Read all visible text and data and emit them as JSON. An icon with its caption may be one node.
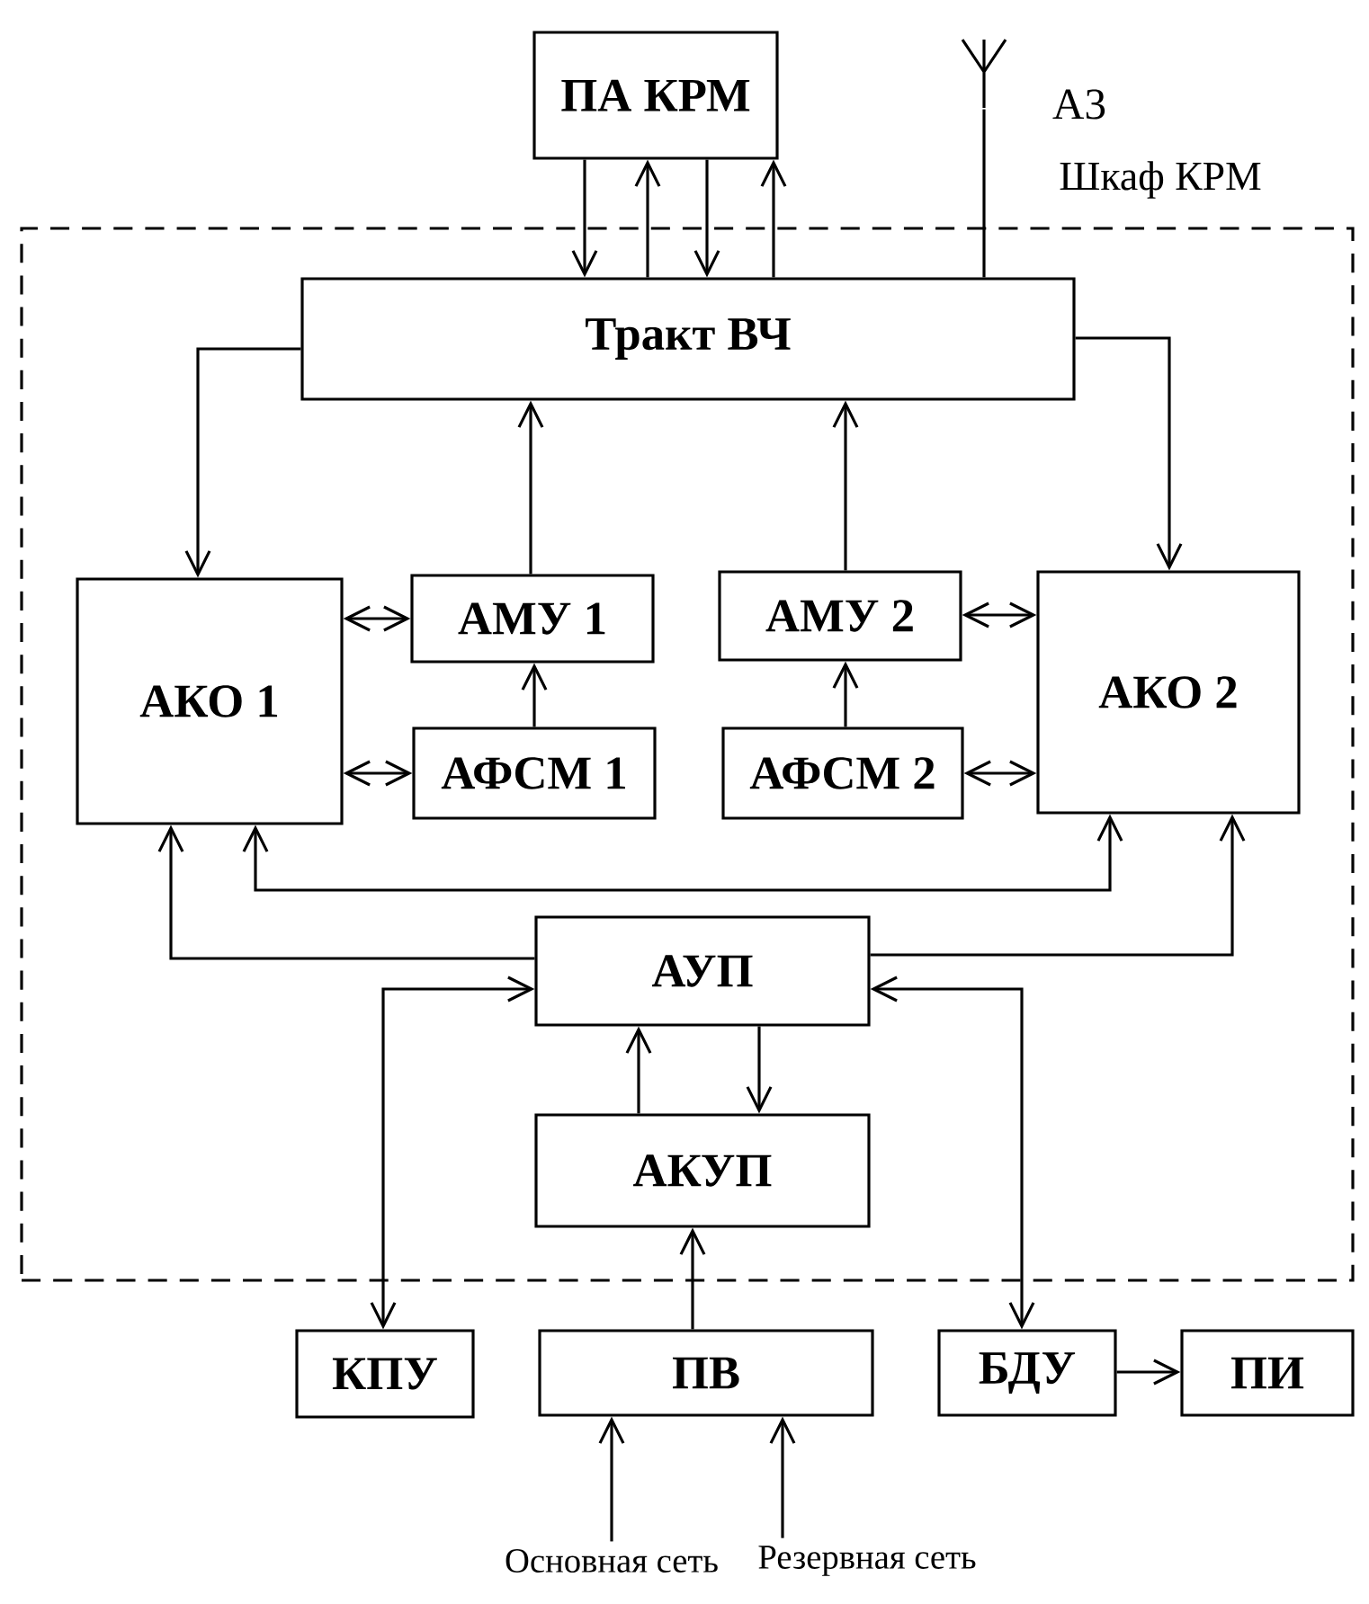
{
  "diagram": {
    "nodes": [
      {
        "text": [
          "ПА КРМ"
        ]
      },
      {
        "text": [],
        "shape": "picture",
        "beside": [
          "А3"
        ]
      },
      {
        "text": [
          "Шкаф КРМ"
        ]
      },
      {
        "text": [
          "Тракт ВЧ"
        ],
        "in": 2
      },
      {
        "text": [
          "АКО 1"
        ],
        "in": 2
      },
      {
        "text": [
          "АМУ 1"
        ],
        "in": 2
      },
      {
        "text": [
          "АМУ 2"
        ],
        "in": 2
      },
      {
        "text": [
          "АКО 2"
        ],
        "in": 2
      },
      {
        "text": [
          "АФСМ 1"
        ],
        "in": 2
      },
      {
        "text": [
          "АФСМ 2"
        ],
        "in": 2
      },
      {
        "text": [
          "АУП"
        ],
        "in": 2
      },
      {
        "text": [
          "АКУП"
        ],
        "in": 2
      },
      {
        "text": [
          "КПУ"
        ]
      },
      {
        "text": [
          "ПВ"
        ]
      },
      {
        "text": [
          "БДУ"
        ]
      },
      {
        "text": [
          "ПИ"
        ]
      },
      {
        "text": [
          "Основная сеть"
        ]
      },
      {
        "text": [
          "Резервная сеть"
        ]
      }
    ],
    "edges": [
      {
        "from": 0,
        "to": 3,
        "arrow": "to"
      },
      {
        "from": 3,
        "to": 0,
        "arrow": "to"
      },
      {
        "from": 0,
        "to": 3,
        "arrow": "to"
      },
      {
        "from": 3,
        "to": 0,
        "arrow": "to"
      },
      {
        "from": 1,
        "to": 3,
        "arrow": "none"
      },
      {
        "from": 3,
        "to": 4,
        "arrow": "to"
      },
      {
        "from": 3,
        "to": 7,
        "arrow": "to"
      },
      {
        "from": 4,
        "to": 5,
        "arrow": "both"
      },
      {
        "from": 4,
        "to": 8,
        "arrow": "both"
      },
      {
        "from": 6,
        "to": 7,
        "arrow": "both"
      },
      {
        "from": 9,
        "to": 7,
        "arrow": "both"
      },
      {
        "from": 5,
        "to": 3,
        "arrow": "to"
      },
      {
        "from": 6,
        "to": 3,
        "arrow": "to"
      },
      {
        "from": 8,
        "to": 5,
        "arrow": "to"
      },
      {
        "from": 9,
        "to": 6,
        "arrow": "to"
      },
      {
        "from": 10,
        "to": 4,
        "arrow": "to"
      },
      {
        "from": 10,
        "to": 7,
        "arrow": "to"
      },
      {
        "from": 4,
        "to": 7,
        "arrow": "both"
      },
      {
        "from": 12,
        "to": 10,
        "arrow": "both"
      },
      {
        "from": 14,
        "to": 10,
        "arrow": "both"
      },
      {
        "from": 11,
        "to": 10,
        "arrow": "to"
      },
      {
        "from": 10,
        "to": 11,
        "arrow": "to"
      },
      {
        "from": 13,
        "to": 11,
        "arrow": "to"
      },
      {
        "from": 14,
        "to": 15,
        "arrow": "to"
      },
      {
        "from": 16,
        "to": 13,
        "arrow": "to"
      },
      {
        "from": 17,
        "to": 13,
        "arrow": "to"
      }
    ]
  }
}
